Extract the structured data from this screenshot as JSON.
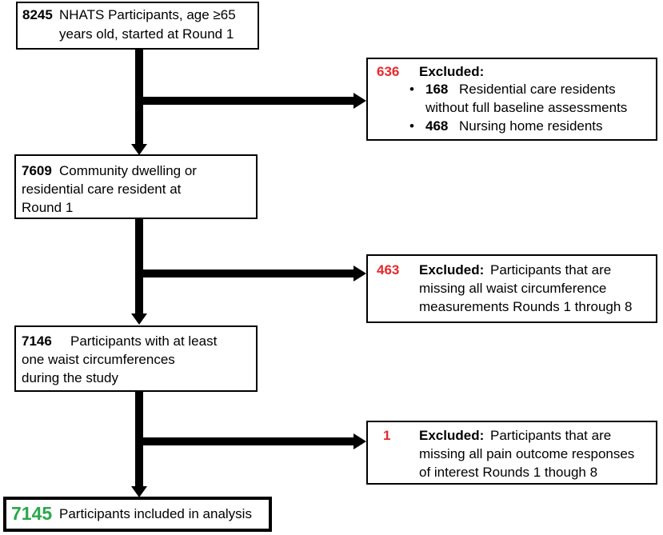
{
  "boxes": {
    "b1": {
      "number": "8245",
      "line1": "NHATS Participants, age ≥65",
      "line2": "years old, started at Round 1"
    },
    "b2": {
      "number": "7609",
      "line1": "Community dwelling or",
      "line2": "residential care resident at",
      "line3": "Round 1"
    },
    "b3": {
      "number": "7146",
      "line1": "Participants with at least",
      "line2": "one waist circumferences",
      "line3": "during the study"
    },
    "final": {
      "number": "7145",
      "text": "Participants included in analysis"
    }
  },
  "exclusions": {
    "e1": {
      "number": "636",
      "label": "Excluded:",
      "items": [
        {
          "number": "168",
          "line1": "Residential care residents",
          "line2": "without full baseline assessments"
        },
        {
          "number": "468",
          "line1": "Nursing home residents"
        }
      ]
    },
    "e2": {
      "number": "463",
      "label": "Excluded:",
      "line1": "Participants that are",
      "line2": "missing all waist circumference",
      "line3": "measurements Rounds 1 through 8"
    },
    "e3": {
      "number": "1",
      "label": "Excluded:",
      "line1": "Participants that are",
      "line2": "missing all pain outcome responses",
      "line3": "of interest Rounds 1 though 8"
    }
  },
  "colors": {
    "excluded_number": "#e8282b",
    "final_number": "#2aa84a",
    "line": "#000000"
  }
}
